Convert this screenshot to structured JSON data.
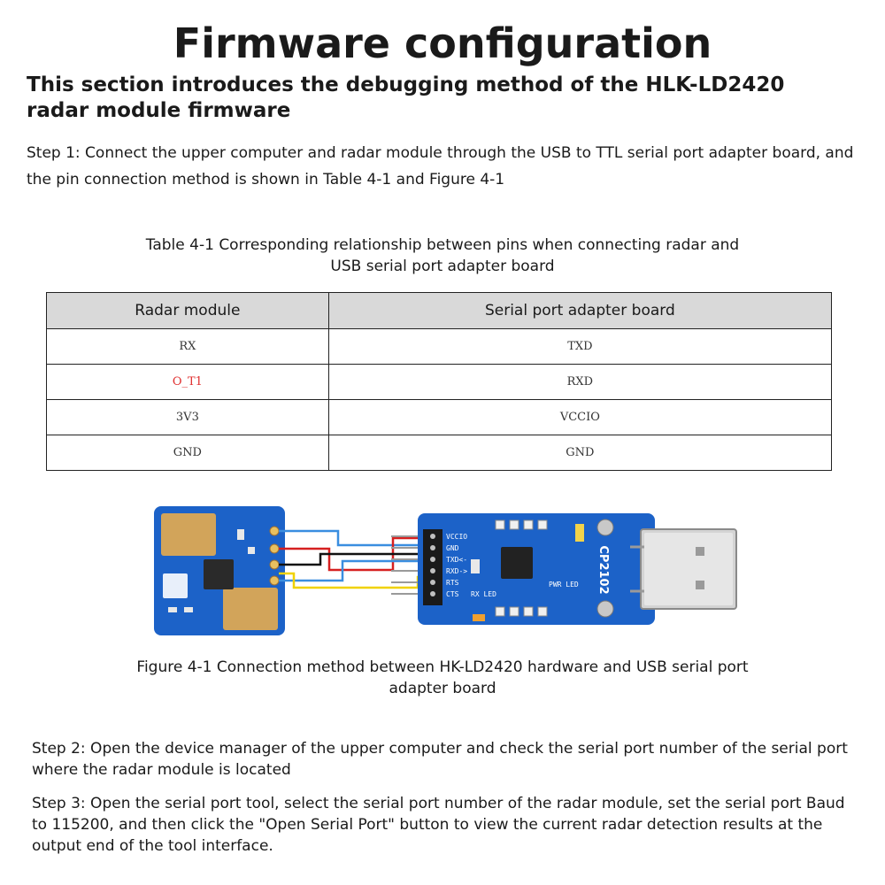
{
  "title": "Firmware configuration",
  "subtitle": "This section introduces the debugging method of the HLK-LD2420 radar module firmware",
  "step1": "Step 1: Connect the upper computer and radar module through the USB to TTL serial port adapter board, and the pin connection method is shown in Table 4-1 and Figure 4-1",
  "table_caption": "Table 4-1 Corresponding relationship between pins when connecting radar and USB serial port adapter board",
  "table": {
    "headers": [
      "Radar module",
      "Serial port adapter board"
    ],
    "rows": [
      [
        "RX",
        "TXD"
      ],
      [
        "O_T1",
        "RXD"
      ],
      [
        "3V3",
        "VCCIO"
      ],
      [
        "GND",
        "GND"
      ]
    ],
    "highlight_color": "#e03030"
  },
  "figure": {
    "adapter_pins": [
      "VCCIO",
      "GND",
      "TXD<-",
      "RXD->",
      "RTS",
      "CTS"
    ],
    "chip_label": "CP2102",
    "led_labels": [
      "RX LED",
      "PWR LED"
    ],
    "wire_colors": [
      "#3a8ee0",
      "#d62020",
      "#111111",
      "#f0d200"
    ]
  },
  "figure_caption": "Figure 4-1 Connection method between HK-LD2420 hardware and USB serial port adapter board",
  "step2": "Step 2: Open the device manager of the upper computer and check the serial port number of the serial port where the radar module is located",
  "step3": "Step 3: Open the serial port tool, select the serial port number of the radar module, set the serial port Baud to 115200, and then click the \"Open Serial Port\" button to view the current radar detection results at the output end of the tool interface."
}
